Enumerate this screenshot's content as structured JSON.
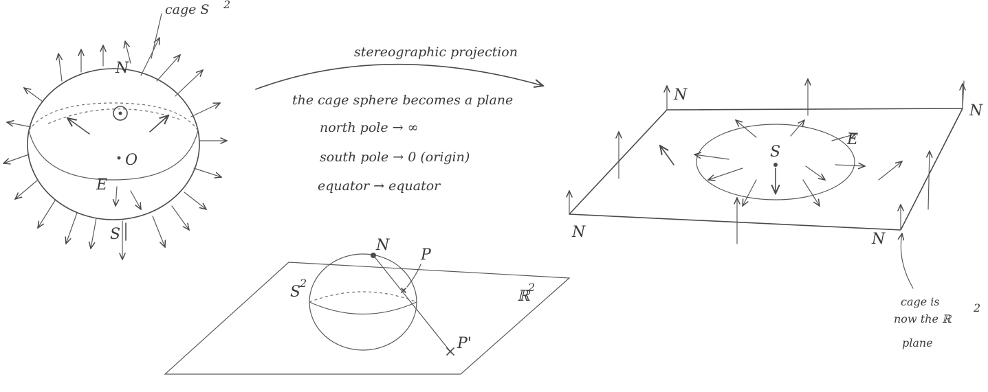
{
  "sphere_view": {
    "cage_label": "cage S",
    "cage_sup": "2",
    "north": "N",
    "south": "S",
    "equator": "E",
    "origin": "O"
  },
  "projection": {
    "title": "stereographic projection",
    "line1": "the cage sphere becomes a plane",
    "line2": "north pole → ∞",
    "line3": "south pole → 0 (origin)",
    "line4": "equator → equator"
  },
  "bottom_diagram": {
    "north": "N",
    "point_p": "P",
    "point_p_prime": "P'",
    "sphere": "S",
    "sphere_sup": "2",
    "plane": "ℝ",
    "plane_sup": "2"
  },
  "plane_view": {
    "corner_top_left": "N",
    "corner_top_right": "N",
    "corner_bottom_left": "N",
    "corner_bottom_right": "N",
    "center": "S",
    "equator": "E",
    "note_line1": "cage is",
    "note_line2": "now the ℝ",
    "note_sup": "2",
    "note_line3": "plane"
  }
}
